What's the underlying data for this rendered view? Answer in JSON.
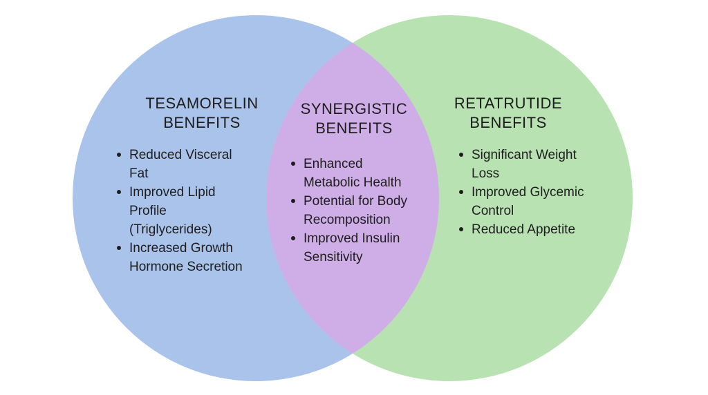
{
  "colors": {
    "left_circle": "#a9c3ea",
    "right_circle": "#b9e2b3",
    "overlap": "#cfaee8",
    "text": "#1d1d1d"
  },
  "tesamorelin": {
    "heading_line1": "TESAMORELIN",
    "heading_line2": "BENEFITS",
    "items": [
      {
        "line1": "Reduced Visceral",
        "line2": "Fat",
        "line3": ""
      },
      {
        "line1": "Improved Lipid",
        "line2": "Profile",
        "line3": "(Triglycerides)"
      },
      {
        "line1": "Increased Growth",
        "line2": "Hormone Secretion",
        "line3": ""
      }
    ]
  },
  "synergistic": {
    "heading_line1": "SYNERGISTIC",
    "heading_line2": "BENEFITS",
    "items": [
      {
        "line1": "Enhanced",
        "line2": "Metabolic Health"
      },
      {
        "line1": "Potential for Body",
        "line2": "Recomposition"
      },
      {
        "line1": "Improved Insulin",
        "line2": "Sensitivity"
      }
    ]
  },
  "retatrutide": {
    "heading_line1": "RETATRUTIDE",
    "heading_line2": "BENEFITS",
    "items": [
      {
        "line1": "Significant Weight",
        "line2": "Loss"
      },
      {
        "line1": "Improved Glycemic",
        "line2": "Control"
      },
      {
        "line1": "Reduced Appetite",
        "line2": ""
      }
    ]
  }
}
